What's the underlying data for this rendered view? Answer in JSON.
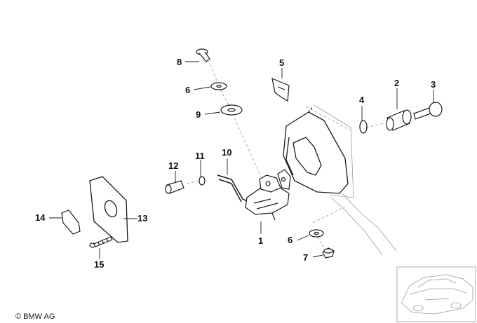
{
  "diagram": {
    "callouts": [
      {
        "id": "c1",
        "label": "1"
      },
      {
        "id": "c2",
        "label": "2"
      },
      {
        "id": "c3",
        "label": "3"
      },
      {
        "id": "c4",
        "label": "4"
      },
      {
        "id": "c5",
        "label": "5"
      },
      {
        "id": "c6a",
        "label": "6"
      },
      {
        "id": "c6b",
        "label": "6"
      },
      {
        "id": "c7",
        "label": "7"
      },
      {
        "id": "c8",
        "label": "8"
      },
      {
        "id": "c9",
        "label": "9"
      },
      {
        "id": "c10",
        "label": "10"
      },
      {
        "id": "c11",
        "label": "11"
      },
      {
        "id": "c12",
        "label": "12"
      },
      {
        "id": "c13",
        "label": "13"
      },
      {
        "id": "c14",
        "label": "14"
      },
      {
        "id": "c15",
        "label": "15"
      }
    ],
    "copyright": "© BMW AG",
    "line_color": "#1a1a1a",
    "dash_color": "#9a9a9a"
  }
}
